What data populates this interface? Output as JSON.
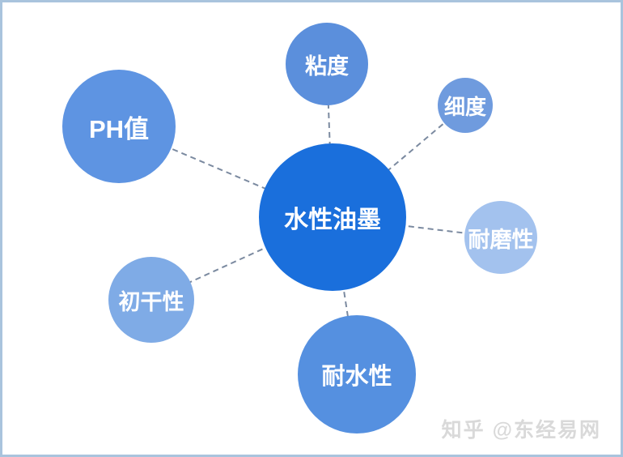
{
  "diagram": {
    "title_node": {
      "label": "水性油墨",
      "color": "#1a6fdc",
      "text_color": "#ffffff"
    },
    "nodes": [
      {
        "id": "viscosity",
        "label": "粘度",
        "color": "#5b8fdc"
      },
      {
        "id": "fineness",
        "label": "细度",
        "color": "#6f9bde"
      },
      {
        "id": "abrasion",
        "label": "耐磨性",
        "color": "#a3c2ee"
      },
      {
        "id": "water-resistance",
        "label": "耐水性",
        "color": "#5590e0"
      },
      {
        "id": "initial-drying",
        "label": "初干性",
        "color": "#7fabe6"
      },
      {
        "id": "ph-value",
        "label": "PH值",
        "color": "#5e94e2"
      }
    ],
    "connector_color": "#7b8aa0",
    "border_color": "#a9c4dd"
  },
  "watermark": {
    "text": "知乎 @东经易网"
  }
}
